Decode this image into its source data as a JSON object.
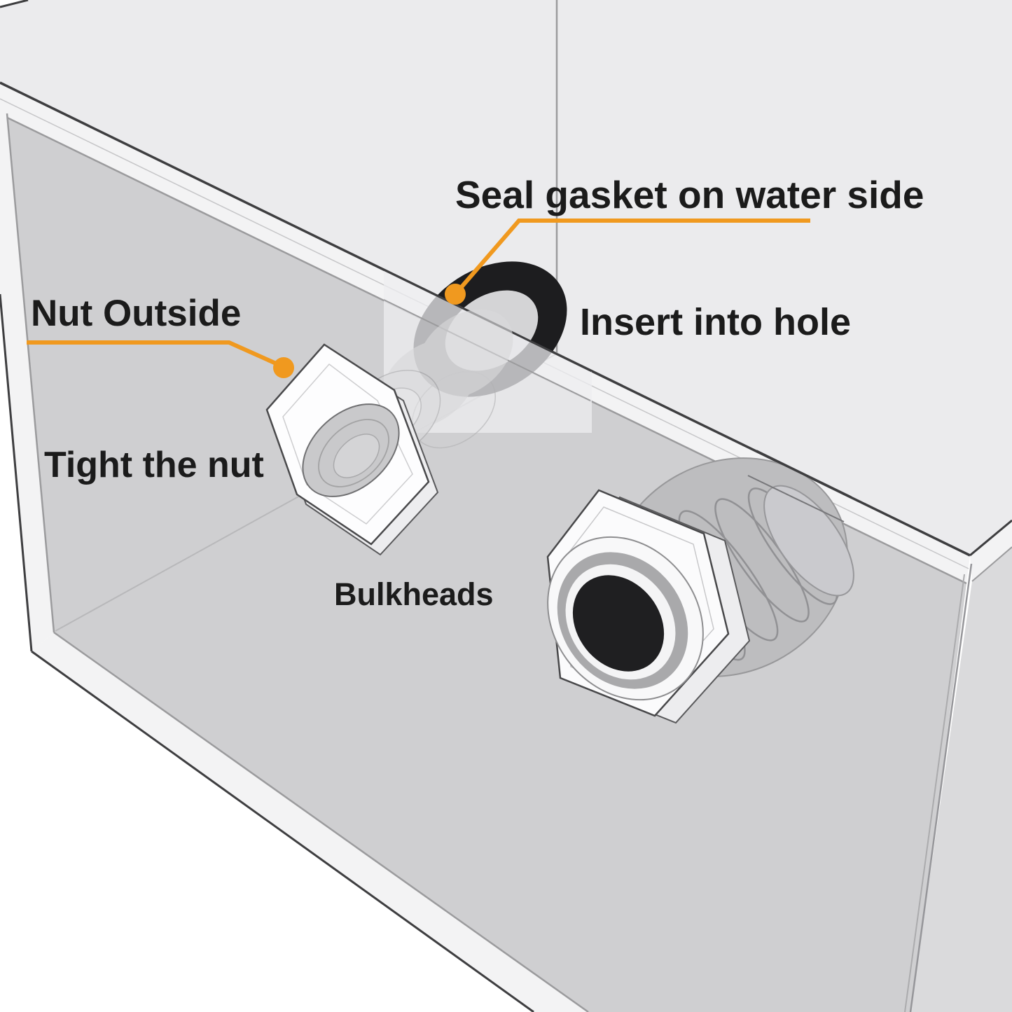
{
  "diagram": {
    "type": "product-instruction-diagram",
    "subject": "Bulkhead fitting installed through the wall of a transparent tank",
    "labels": {
      "seal_gasket": "Seal gasket on water side",
      "insert_into_hole": "Insert into hole",
      "nut_outside": "Nut Outside",
      "tight_the_nut": "Tight the nut",
      "bulkheads": "Bulkheads"
    },
    "colors": {
      "background": "#ffffff",
      "accent_orange": "#F0991F",
      "text": "#1b1b1b",
      "tank_top_inside": "#ebebed",
      "tank_front_face": "#cfcfd1",
      "tank_right_outside": "#dadadc",
      "glass_edge_band": "#f3f3f4",
      "edge_line_dark": "#3e3e40",
      "edge_line_mid": "#9b9b9d",
      "edge_line_faint": "#c6c6c8",
      "gasket_black": "#1d1d1f",
      "nut_white": "#fdfdfe",
      "thread_gray": "#bdbdbf",
      "hole_black": "#1f1f21"
    }
  }
}
